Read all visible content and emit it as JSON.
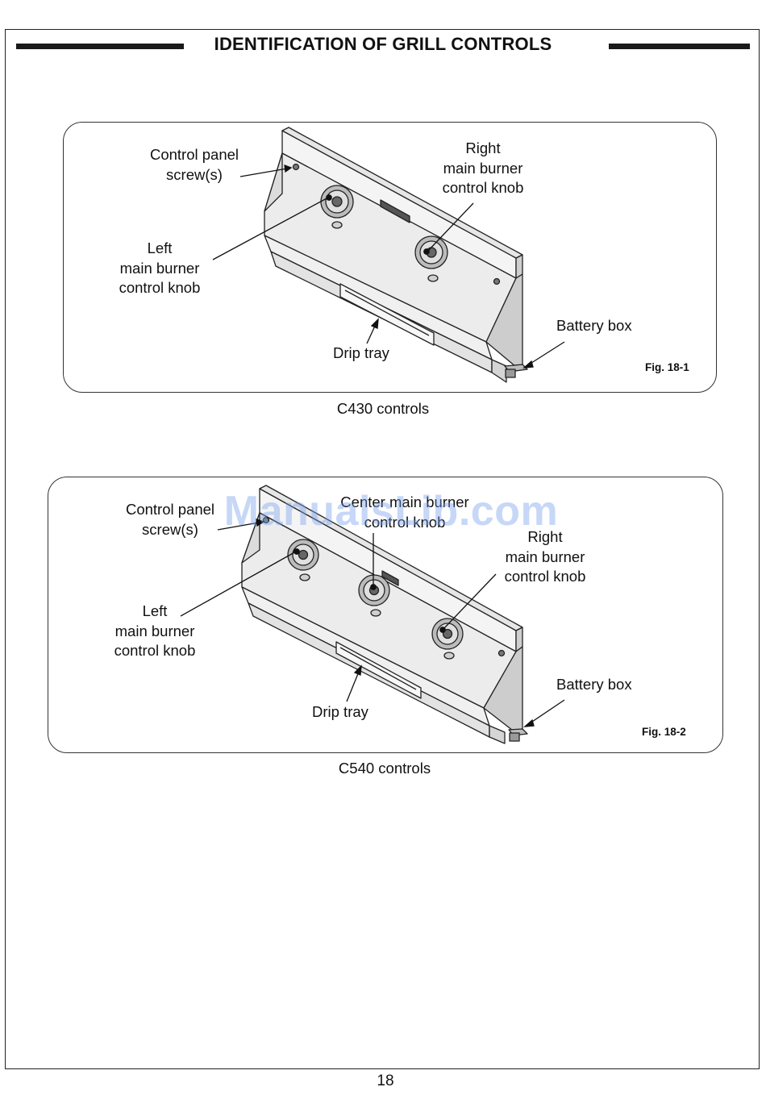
{
  "header": {
    "title": "IDENTIFICATION OF GRILL CONTROLS"
  },
  "figure1": {
    "labels": {
      "screws_1": "Control panel",
      "screws_2": "screw(s)",
      "right_1": "Right",
      "right_2": "main burner",
      "right_3": "control knob",
      "left_1": "Left",
      "left_2": "main burner",
      "left_3": "control knob",
      "battery": "Battery box",
      "drip": "Drip tray"
    },
    "fig_number": "Fig. 18-1",
    "caption": "C430 controls"
  },
  "figure2": {
    "labels": {
      "screws_1": "Control panel",
      "screws_2": "screw(s)",
      "center_1": "Center main burner",
      "center_2": "control knob",
      "right_1": "Right",
      "right_2": "main burner",
      "right_3": "control knob",
      "left_1": "Left",
      "left_2": "main burner",
      "left_3": "control knob",
      "battery": "Battery box",
      "drip": "Drip tray"
    },
    "fig_number": "Fig. 18-2",
    "caption": "C540 controls"
  },
  "watermark": "ManualsLib.com",
  "footer": {
    "page_number": "18"
  }
}
